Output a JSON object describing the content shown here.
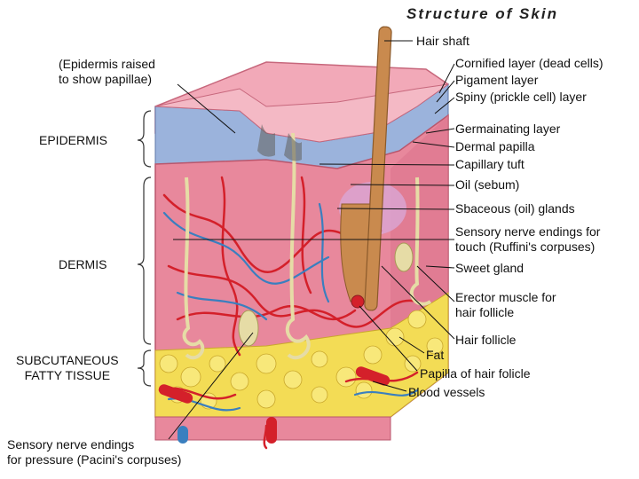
{
  "title": "Structure of Skin",
  "left_labels": {
    "epidermis_raised": "(Epidermis raised\nto show papillae)",
    "epidermis": "EPIDERMIS",
    "dermis": "DERMIS",
    "subcutaneous": "SUBCUTANEOUS\nFATTY TISSUE",
    "pacini": "Sensory nerve endings\nfor pressure (Pacini's corpuses)"
  },
  "right_labels": [
    "Hair shaft",
    "Cornified layer (dead cells)",
    "Pigament layer",
    "Spiny (prickle cell) layer",
    "Germainating layer",
    "Dermal papilla",
    "Capillary tuft",
    "Oil (sebum)",
    "Sbaceous (oil) glands",
    "Sensory nerve endings for\ntouch (Ruffini's corpuses)",
    "Sweet gland",
    "Erector muscle for\nhair follicle",
    "Hair follicle",
    "Fat",
    "Papilla of hair folicle",
    "Blood vessels"
  ],
  "colors": {
    "epidermis_top": "#f2a9b8",
    "epidermis_blue": "#9bb3dc",
    "dermis": "#e8889c",
    "fat": "#f3dc55",
    "vessel_red": "#d4202a",
    "vessel_blue": "#3a7fbf",
    "hair": "#c98a4e"
  }
}
